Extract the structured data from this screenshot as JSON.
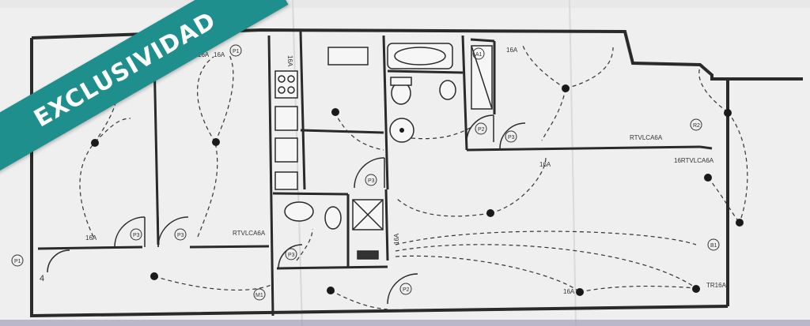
{
  "badge": {
    "text": "EXCLUSIVIDAD",
    "color": "#1f8f8d"
  },
  "plan_labels": {
    "l1": "16A",
    "l2": "16A",
    "l3": "16A",
    "l4": "16A",
    "l5": "16A",
    "l6": "16A",
    "l7": "16A",
    "l8": "RTVLCA6A",
    "l9": "RTVLCA6A",
    "l10": "16RTVLCA6A",
    "l11": "TR16A",
    "l12": "16A",
    "l13": "4"
  },
  "device_tags": {
    "p1a": "P1",
    "p1b": "P1",
    "p2a": "P2",
    "p2b": "P2",
    "p3a": "P3",
    "p3b": "P3",
    "p3c": "P3",
    "p3d": "P3",
    "p3e": "P3",
    "a1": "A1",
    "b1": "B1",
    "m1": "M1",
    "r2": "R2"
  },
  "colors": {
    "paper": "#efefef",
    "ink": "#2a2a2a",
    "badge": "#1f8f8d"
  }
}
